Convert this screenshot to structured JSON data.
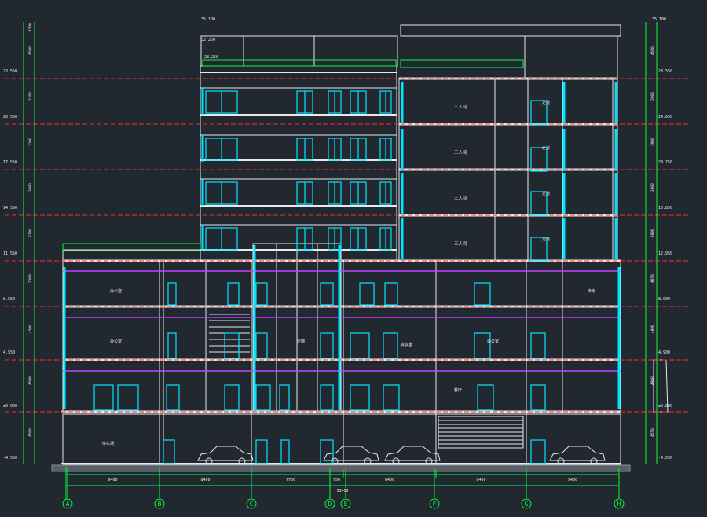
{
  "drawing": {
    "colors": {
      "background": "#212830",
      "wall": "#e8e8e8",
      "glass": "#00e5ff",
      "dimension": "#00ff3c",
      "level_line": "#ff2a2a",
      "slab_highlight": "#c040ff",
      "text": "#f0f0f0",
      "annotation": "#ffff66"
    },
    "top_elevations": {
      "left": "35.100",
      "right": "35.100",
      "roof_mid": "32.250",
      "roof_low": "28.250"
    },
    "left_elevations": [
      "23.550",
      "20.550",
      "17.550",
      "14.550",
      "11.550",
      "8.550",
      "4.550",
      "±0.000",
      "-4.550"
    ],
    "right_elevations": [
      "28.550",
      "24.650",
      "20.750",
      "16.850",
      "12.950",
      "8.900",
      "4.900",
      "±0.000",
      "-4.550"
    ],
    "left_dims": [
      "4500",
      "3100",
      "3100",
      "3100",
      "3100",
      "3100",
      "4500",
      "4500",
      "4500",
      "4500"
    ],
    "right_dims": [
      "4500",
      "3900",
      "3900",
      "3900",
      "3900",
      "4050",
      "4000",
      "4900",
      "4550"
    ],
    "bay_dims": [
      "9400",
      "8400",
      "7700",
      "750",
      "8400",
      "8400",
      "9400"
    ],
    "total_width": "53400",
    "axes": [
      "A",
      "B",
      "C",
      "D",
      "E",
      "F",
      "G",
      "H"
    ],
    "room_labels": {
      "upper": [
        "三人间",
        "三人间",
        "三人间",
        "三人间"
      ],
      "right_rooms": [
        "走道",
        "走道",
        "走道",
        "走道"
      ],
      "lower": [
        "办公室",
        "办公室",
        "走廊",
        "会议室",
        "办公室",
        "餐厅",
        "库房",
        "停车场"
      ]
    }
  }
}
